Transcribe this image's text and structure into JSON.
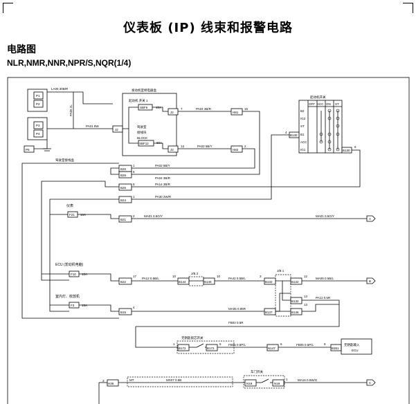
{
  "header": {
    "title": "仪表板 (IP) 线束和报警电路",
    "section": "电路图",
    "models": "NLR,NMR,NNR,NPR/S,NQR(1/4)"
  },
  "diagram": {
    "relay_box_title": "发动机室继电器盒",
    "fuse_block_title": "驾驶室接线盒",
    "ignition_switch_title": "起动机开关",
    "starter_relay_label": "起动机 开关 1",
    "fuse_box_label_1": "驾驶室",
    "fuse_box_label_2": "接线块",
    "fuse_box_label_3": "BLOCK",
    "meter_label": "仪表",
    "ecu_label": "ECU (发动机电脑)",
    "radio_label": "室内灯、收放机",
    "keyless_label": "无钥匙锁芯开关",
    "keyless_input_label": "无钥匙输入",
    "keyless_input_sub": "ECU",
    "door_switch_label": "车门开关",
    "mt_label": "MT",
    "connectors": {
      "p1": "P1",
      "p2": "P2",
      "p3": "P3",
      "p4": "P4",
      "p5": "P5",
      "j2a": "J2",
      "j2b": "J2",
      "j2c": "J2",
      "h81": "H81",
      "h82": "H82",
      "b130a": "B130",
      "b130b": "B130",
      "b26": "B26",
      "b25a": "B25",
      "b25b": "B25",
      "b24": "B24",
      "b21": "B21",
      "b22": "B22",
      "b15": "B15",
      "b144": "B144",
      "b146": "B146",
      "b132a": "B132",
      "b132b": "B132",
      "b132c": "B132",
      "b137": "B137",
      "b136": "B136",
      "b172a": "B172",
      "b172b": "B172",
      "n147": "N147",
      "b351": "B351",
      "h36": "H36",
      "n19a": "N19",
      "n19b": "N19",
      "jb2": "J/B 2",
      "jb1": "J/B 1"
    },
    "fuses": {
      "sbf6": "SBF6",
      "sbf6_amp": "40A",
      "sbf12": "SBF12",
      "sbf12_amp": "60A",
      "f21": "F21",
      "f21_amp": "10A",
      "f10": "F10",
      "f10_amp": "10A",
      "f3": "F3",
      "f3_amp": "15A"
    },
    "wires": {
      "la05": "LA05 30B/R",
      "pa05": "PA05 2L",
      "pa01": "PA01 8W",
      "pa04_top": "PA04 3B/R",
      "pa02_top": "PA02 5B/Y",
      "pa02": "PA02 5B/Y",
      "pa04": "PA04 3B/R",
      "pa14": "PA14 3B/R",
      "pa30": "PA30 2W/R",
      "ma01_left": "MA01 0.5G/Y",
      "ma01_right": "MA01 0.5G/Y",
      "pa12": "PA12 0.5B/L",
      "pa42": "PA42 0.5B/L",
      "ma05": "MA05 0.5B/L",
      "pa11": "PA11 0.5R",
      "ma06": "MA06 0.85R",
      "fb02": "FB02 0.5R",
      "fb05_left": "FB05 0.5P/L",
      "fb05_right": "FB05 0.5P/L",
      "mx07": "MX07 0.5B",
      "ma16": "MA16 0.5W/G"
    },
    "pins": {
      "p7": "7",
      "p15": "15",
      "p13": "13",
      "p2a": "2",
      "p4": "4",
      "p6a": "6",
      "p1a": "1",
      "p1b": "1",
      "p1c": "1",
      "p6b": "6",
      "p5a": "5",
      "p5b": "5",
      "p2b": "2",
      "p17": "17",
      "p4b": "4",
      "p10a": "10",
      "p10b": "10",
      "p3a": "3",
      "p12": "12",
      "p13a": "13",
      "p13b": "13",
      "p6c": "6",
      "p6d": "6",
      "p9": "9",
      "p3b": "3",
      "p1d": "1"
    },
    "switch_table": {
      "headers": [
        "OFF",
        "ACC",
        "ON",
        "ST"
      ],
      "rows": [
        "B2",
        "IG2",
        "ST",
        "B1",
        "ACC",
        "IG1"
      ]
    },
    "arrows": {
      "a": "A",
      "b": "B",
      "c": "C"
    }
  }
}
